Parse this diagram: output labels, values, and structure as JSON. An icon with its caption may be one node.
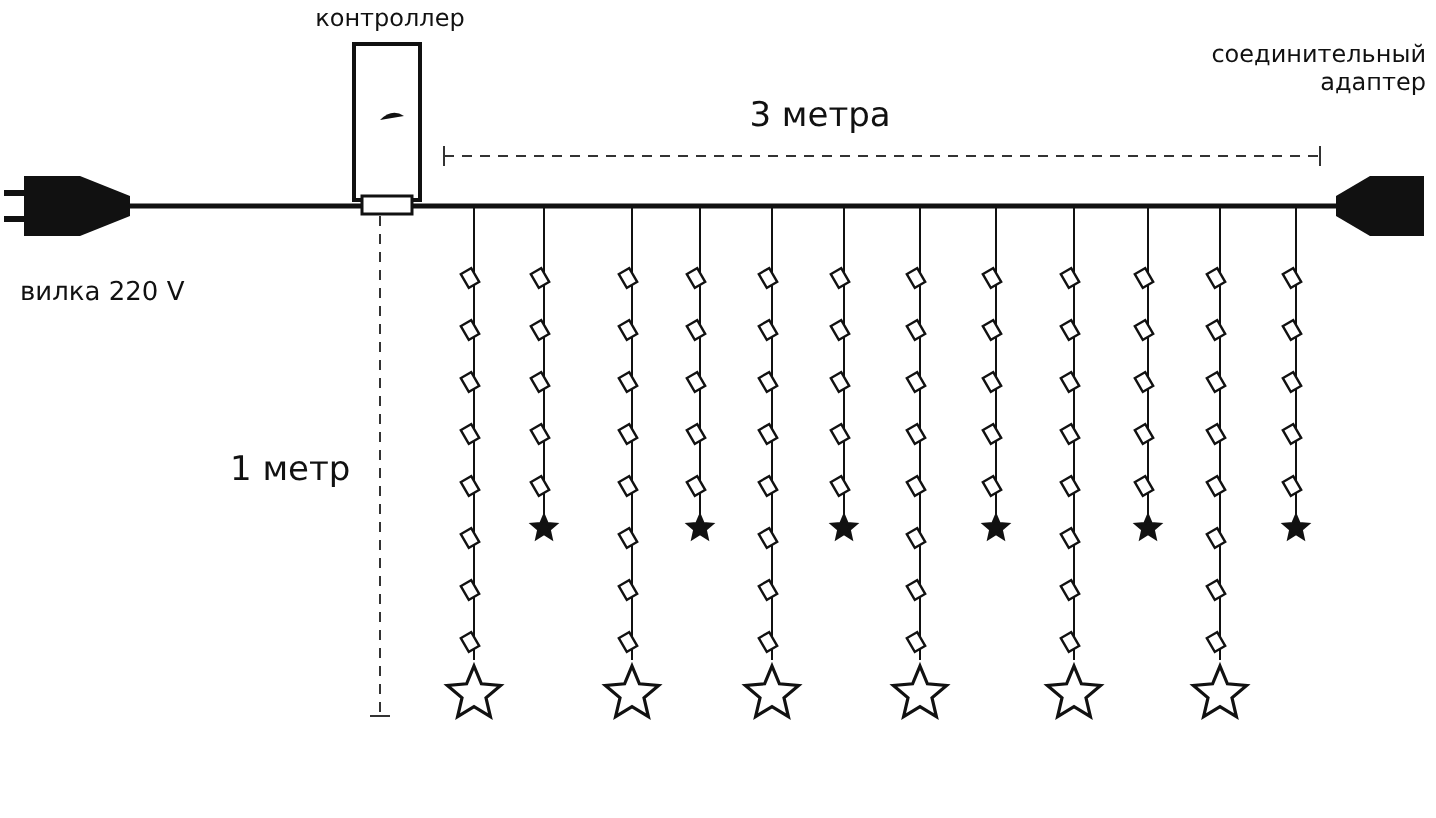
{
  "diagram": {
    "labels": [
      "контроллер",
      "соединительный адаптер",
      "3 метра",
      "вилка 220 V",
      "1 метр"
    ]
  }
}
